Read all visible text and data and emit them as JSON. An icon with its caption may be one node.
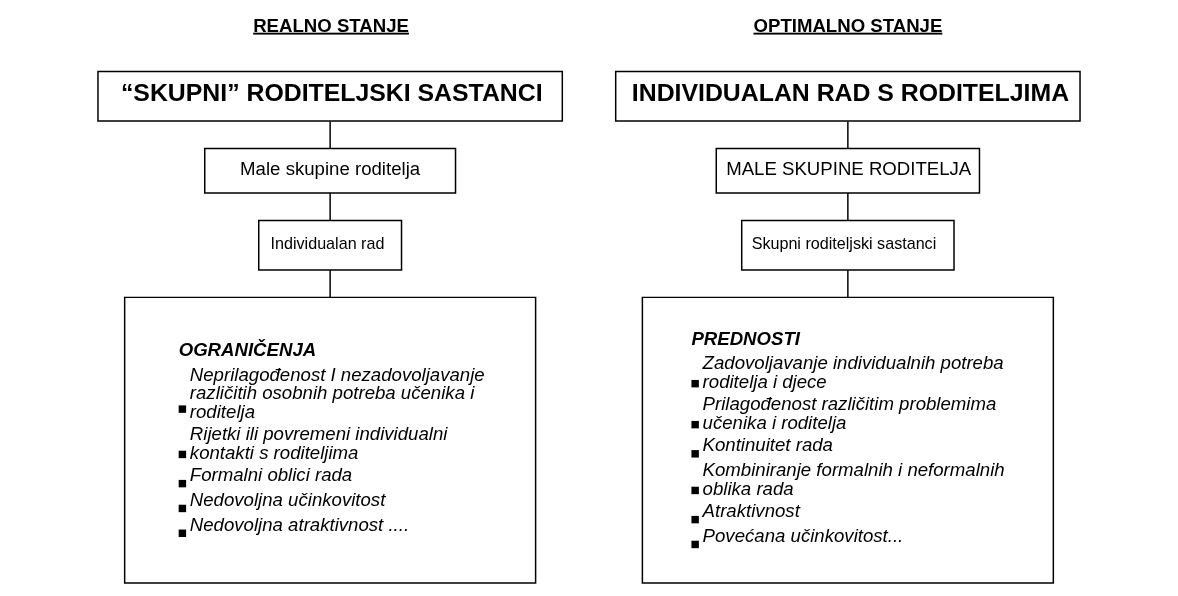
{
  "diagram": {
    "nodes": [
      {
        "text": [
          "“SKUPNI” RODITELJSKI SASTANCI"
        ]
      },
      {
        "text": [
          "Male skupine roditelja"
        ]
      },
      {
        "text": [
          "Individualan rad"
        ]
      },
      {
        "text": [
          "OGRANIČENJA",
          "Neprilagođenost I nezadovoljavanje različitih osobnih potreba učenika i roditelja",
          "Rijetki ili povremeni individualni kontakti s roditeljima",
          "Formalni oblici rada",
          "Nedovoljna učinkovitost",
          "Nedovoljna atraktivnost ...."
        ]
      },
      {
        "text": [
          "INDIVIDUALAN RAD S RODITELJIMA"
        ]
      },
      {
        "text": [
          "MALE SKUPINE RODITELJA"
        ]
      },
      {
        "text": [
          "Skupni roditeljski sastanci"
        ]
      },
      {
        "text": [
          "PREDNOSTI",
          "Zadovoljavanje individualnih potreba roditelja i djece",
          "Prilagođenost različitim problemima učenika i roditelja",
          "Kontinuitet rada",
          "Kombiniranje formalnih i neformalnih oblika rada",
          "Atraktivnost",
          "Povećana učinkovitost..."
        ]
      }
    ],
    "edges": [
      {
        "from": 0,
        "to": 1,
        "arrow": "none"
      },
      {
        "from": 1,
        "to": 2,
        "arrow": "none"
      },
      {
        "from": 2,
        "to": 3,
        "arrow": "none"
      },
      {
        "from": 4,
        "to": 5,
        "arrow": "none"
      },
      {
        "from": 5,
        "to": 6,
        "arrow": "none"
      },
      {
        "from": 6,
        "to": 7,
        "arrow": "none"
      }
    ],
    "labels": [
      "REALNO STANJE",
      "OPTIMALNO STANJE"
    ]
  }
}
